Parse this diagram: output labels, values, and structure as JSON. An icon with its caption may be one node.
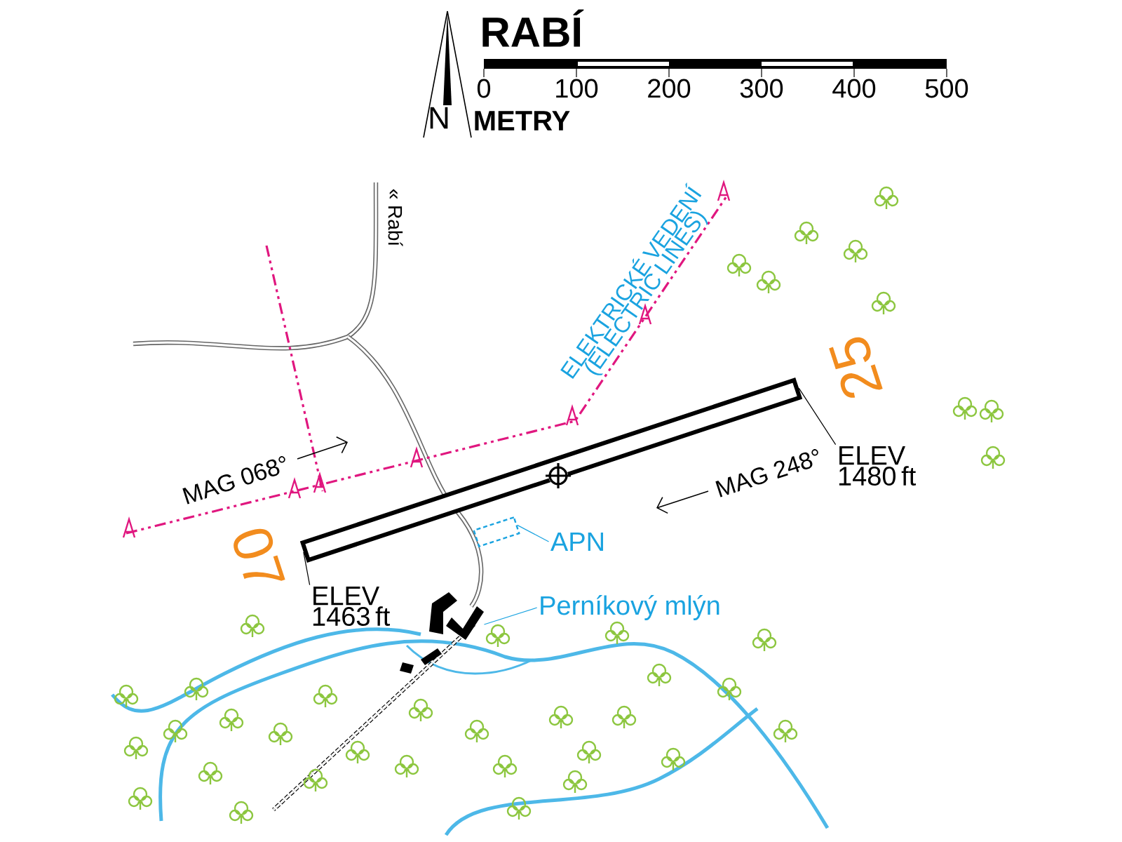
{
  "diagram": {
    "title": "RABÍ",
    "nodes": [
      {
        "text": [
          "APN"
        ]
      },
      {
        "text": [],
        "shape": "box"
      },
      {
        "text": [
          "Perníkový mlýn"
        ]
      },
      {
        "text": [],
        "shape": "picture"
      },
      {
        "text": [
          "ELEV 1463 ft"
        ]
      },
      {
        "text": [
          "ELEV 1480 ft"
        ]
      },
      {
        "text": [],
        "shape": "bar"
      }
    ],
    "edges": [
      {
        "from": 0,
        "to": 1,
        "arrow": "none",
        "color": "#1aa3e0"
      },
      {
        "from": 2,
        "to": 3,
        "arrow": "none",
        "color": "#1aa3e0"
      },
      {
        "from": 4,
        "to": 6,
        "arrow": "none",
        "color": "#000000"
      },
      {
        "from": 5,
        "to": 6,
        "arrow": "none",
        "color": "#000000"
      }
    ],
    "labels": [
      "0",
      "100",
      "200",
      "300",
      "400",
      "500",
      "N",
      "METRY",
      "« Rabí",
      "ELEKTRICKÉ VEDENÍ (ELECTRIC LINES)",
      "MAG 068°",
      "MAG 248°",
      "25",
      "07"
    ]
  }
}
